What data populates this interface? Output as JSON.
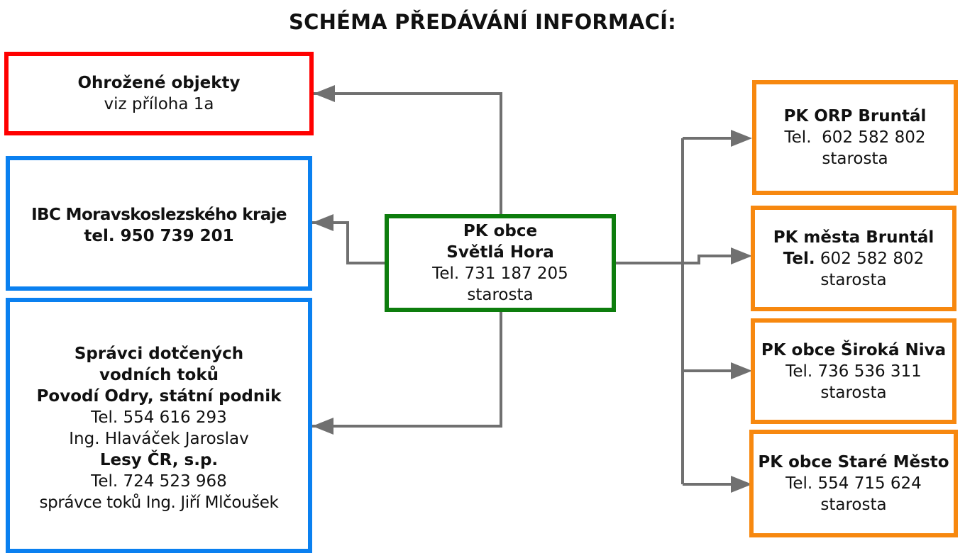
{
  "title": "SCHÉMA PŘEDÁVÁNÍ INFORMACÍ:",
  "colors": {
    "red": "#ff0000",
    "blue": "#0a80f0",
    "green": "#0d7d0d",
    "orange": "#f7880f",
    "connector": "#707070"
  },
  "center": {
    "name1": "PK obce",
    "name2": "Světlá Hora",
    "phone": "Tel. 731 187 205",
    "role": "starosta"
  },
  "left": {
    "threatened": {
      "name": "Ohrožené objekty",
      "note": "viz příloha 1a"
    },
    "ibc": {
      "name": "IBC Moravskoslezského kraje",
      "phone": "tel. 950 739 201"
    },
    "river": {
      "heading1": "Správci dotčených",
      "heading2": "vodních toků",
      "org1": "Povodí Odry, státní podnik",
      "org1_phone": "Tel. 554 616 293",
      "org1_person": "Ing. Hlaváček Jaroslav",
      "org2": "Lesy ČR, s.p.",
      "org2_phone": "Tel. 724 523 968",
      "org2_person": "správce toků Ing. Jiří Mlčoušek"
    }
  },
  "right": [
    {
      "name": "PK ORP Bruntál",
      "phone_label": "Tel.",
      "phone": "602 582 802",
      "role": "starosta"
    },
    {
      "name": "PK města Bruntál",
      "phone_label": "Tel.",
      "phone": "602 582 802",
      "role": "starosta"
    },
    {
      "name": "PK obce Široká Niva",
      "phone_label": "Tel.",
      "phone": "736 536 311",
      "role": "starosta"
    },
    {
      "name": "PK obce Staré Město",
      "phone_label": "Tel.",
      "phone": "554 715 624",
      "role": "starosta"
    }
  ]
}
